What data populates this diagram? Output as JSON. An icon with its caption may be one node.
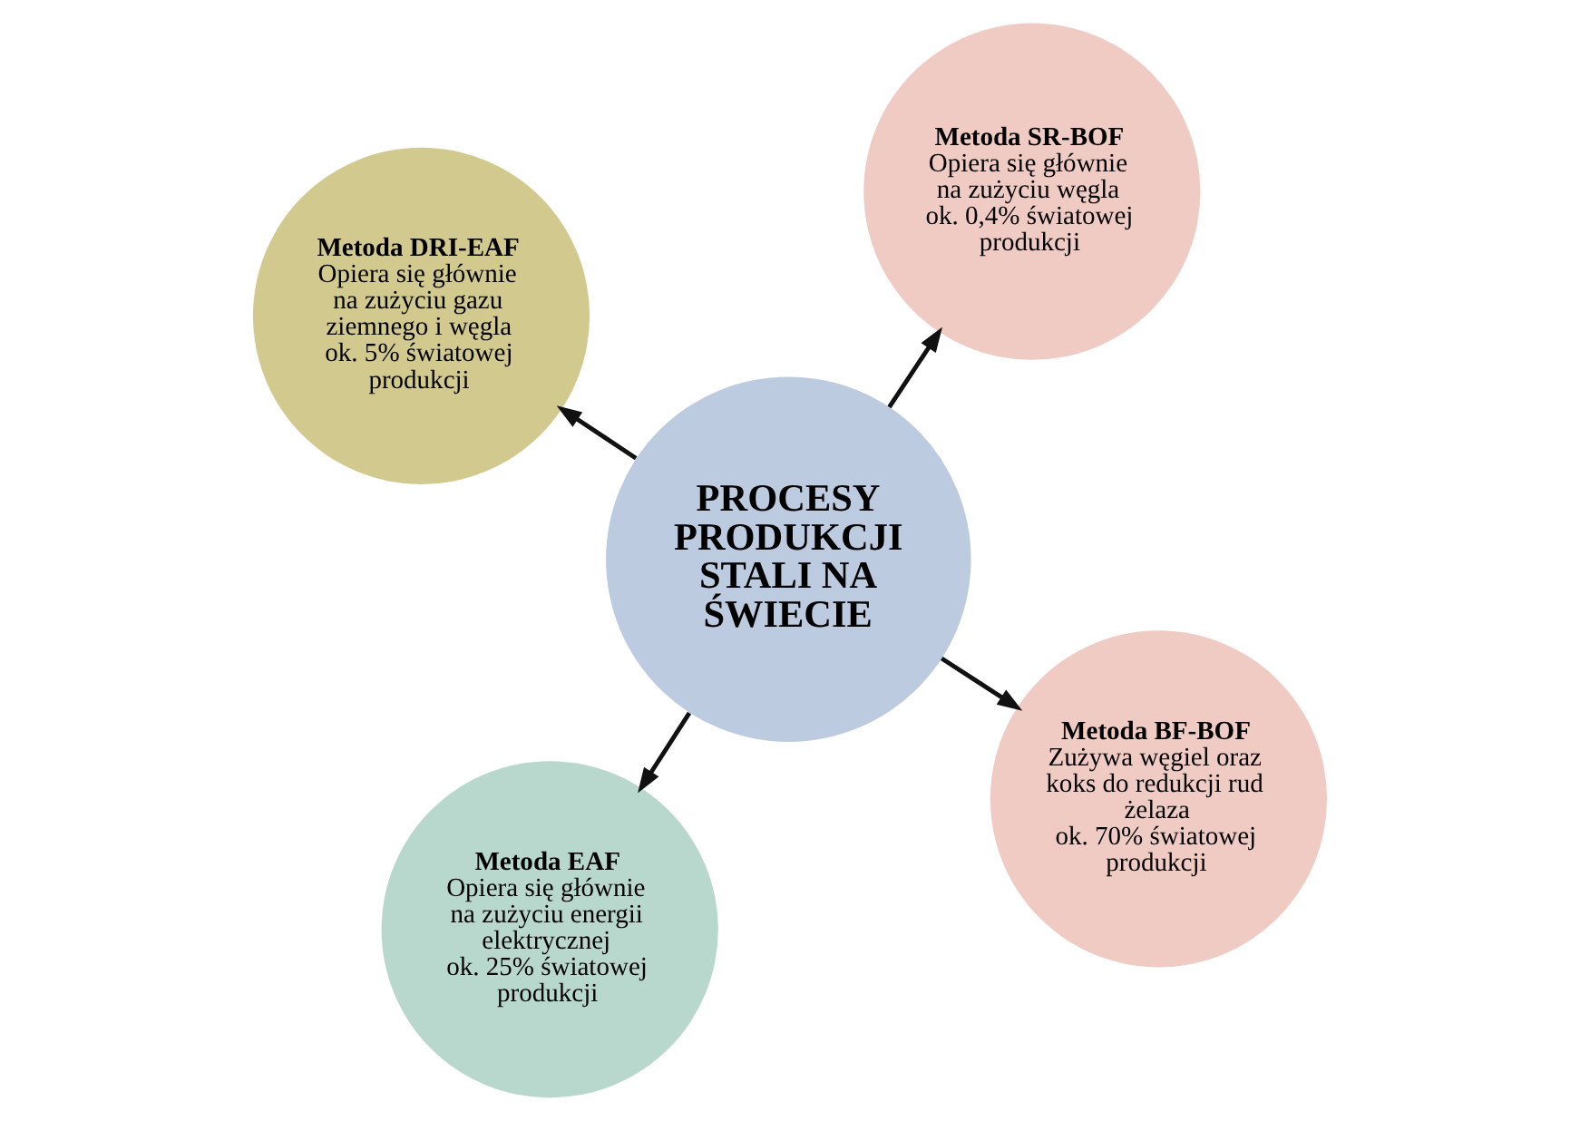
{
  "diagram": {
    "nodes": [
      {
        "text": [
          "PROCESY PRODUKCJI STALI NA ŚWIECIE"
        ]
      },
      {
        "text": [
          "Metoda BF-BOF",
          "Zużywa węgiel oraz koks do redukcji rud żelaza",
          "ok. 70% światowej produkcji"
        ]
      },
      {
        "text": [
          "Metoda EAF",
          "Opiera się głównie na zużyciu energii elektrycznej",
          "ok. 25% światowej produkcji"
        ]
      },
      {
        "text": [
          "Metoda DRI-EAF",
          "Opiera się głównie na zużyciu gazu ziemnego i węgla",
          "ok. 5% światowej produkcji"
        ]
      },
      {
        "text": [
          "Metoda SR-BOF",
          "Opiera się głównie na zużyciu węgla",
          "ok. 0,4% światowej produkcji"
        ]
      }
    ],
    "edges": [
      {
        "from": 0,
        "to": 1,
        "arrow": "to"
      },
      {
        "from": 0,
        "to": 2,
        "arrow": "to"
      },
      {
        "from": 0,
        "to": 3,
        "arrow": "to"
      },
      {
        "from": 0,
        "to": 4,
        "arrow": "to"
      }
    ]
  }
}
